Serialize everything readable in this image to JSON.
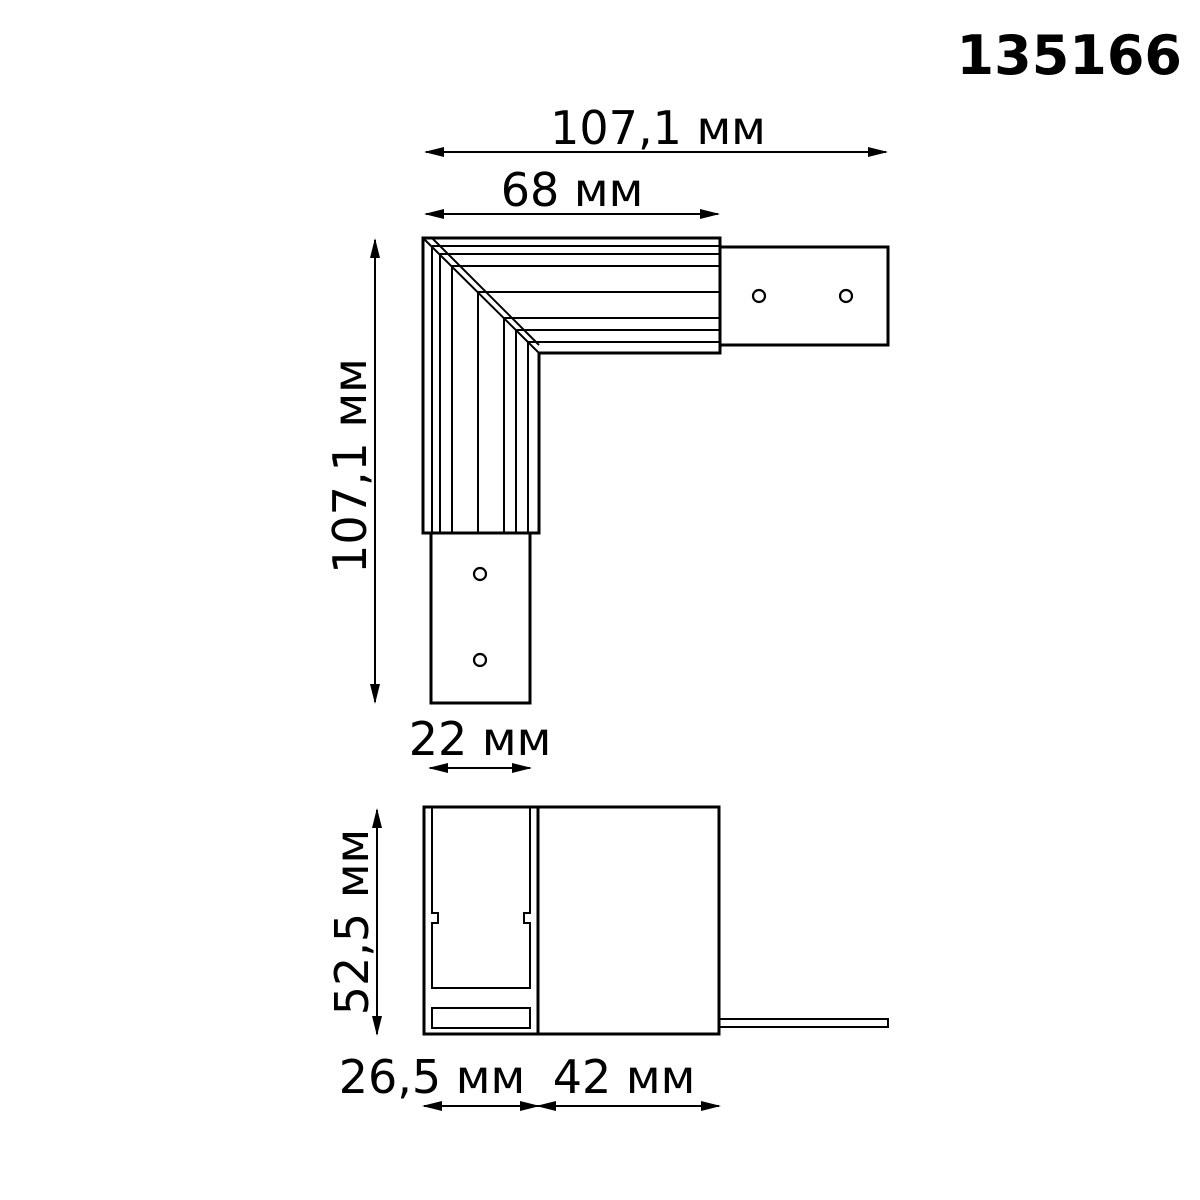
{
  "article_number": "135166",
  "dimensions": {
    "top_overall_width": "107,1 мм",
    "top_inner_width": "68 мм",
    "overall_height": "107,1 мм",
    "profile_width": "22 мм",
    "side_height": "52,5 мм",
    "side_left_width": "26,5 мм",
    "side_right_width": "42 мм"
  }
}
